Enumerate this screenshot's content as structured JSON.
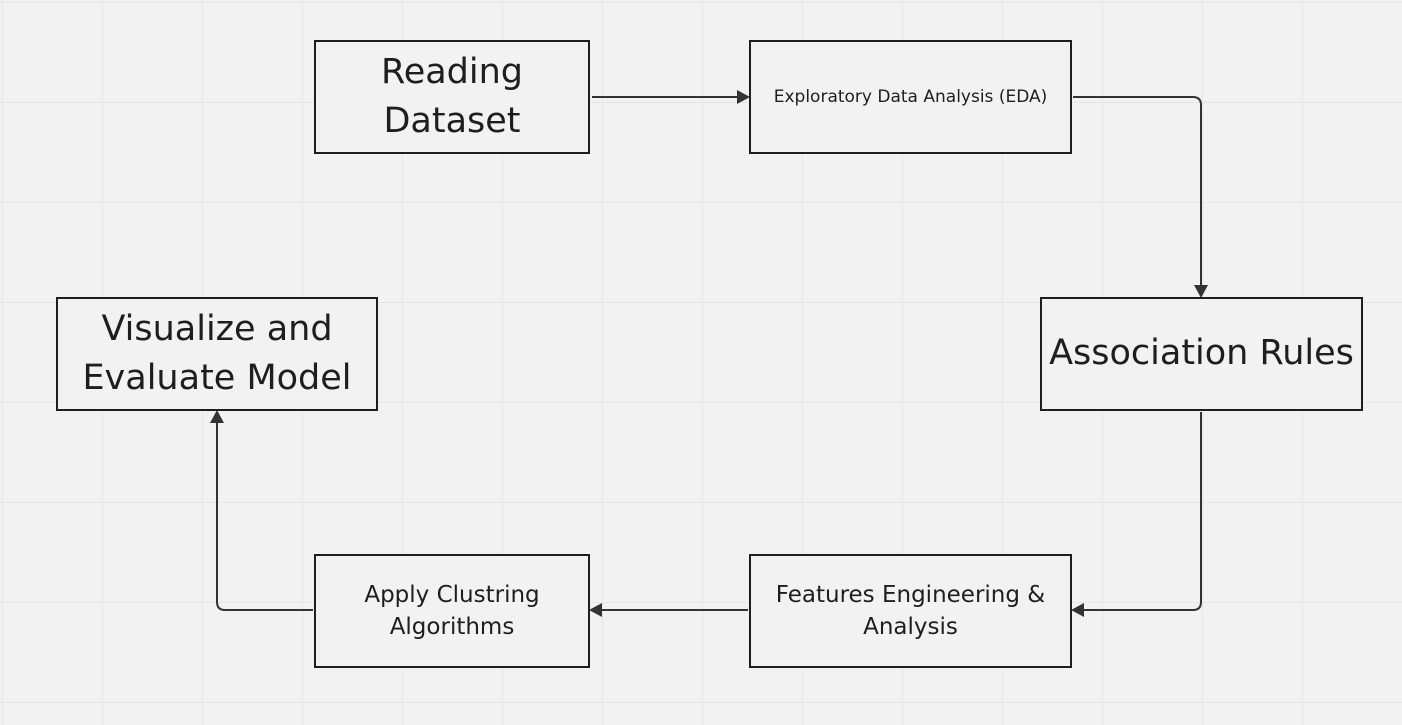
{
  "diagram": {
    "nodes": {
      "reading_dataset": "Reading Dataset",
      "eda": "Exploratory Data Analysis (EDA)",
      "association_rules": "Association Rules",
      "features_engineering": "Features Engineering & Analysis",
      "apply_clustering": "Apply Clustring Algorithms",
      "visualize_evaluate": "Visualize and Evaluate Model"
    },
    "colors": {
      "background": "#f2f2f2",
      "grid": "#e6e6e6",
      "stroke": "#1e1e1e",
      "connector": "#333333"
    }
  }
}
